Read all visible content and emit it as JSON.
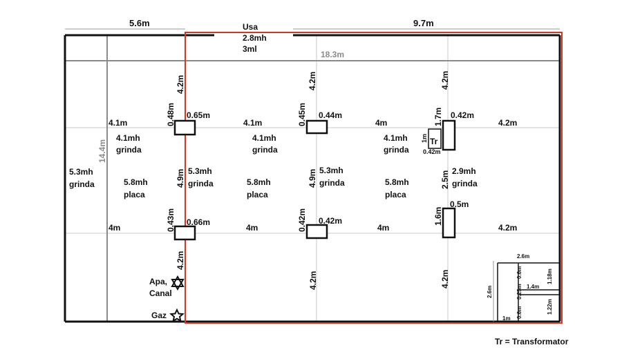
{
  "top_dimensions": {
    "left_width": "5.6m",
    "right_width": "9.7m"
  },
  "door": {
    "title": "Usa",
    "height": "2.8mh",
    "width": "3ml"
  },
  "overall": {
    "total_width": "18.3m",
    "total_depth": "14.4m"
  },
  "left_bay": {
    "height": "5.3mh",
    "type": "grinda"
  },
  "spans": {
    "row_top": [
      "4.1m",
      "4.1m",
      "4m",
      "4.2m"
    ],
    "row_bottom": [
      "4m",
      "4m",
      "4m",
      "4.2m"
    ],
    "top_vertical": [
      "4.2m",
      "4.2m",
      "4.2m"
    ],
    "bottom_vertical": [
      "4.2m",
      "4.2m",
      "4.2m"
    ],
    "mid_vertical": [
      "4.9m",
      "4.9m",
      "2.5m"
    ]
  },
  "columns": {
    "c1": {
      "depth": "0.48m",
      "width": "0.65m"
    },
    "c2": {
      "depth": "0.45m",
      "width": "0.44m"
    },
    "c3": {
      "depth": "1.7m",
      "width": "0.42m"
    },
    "c4": {
      "depth": "0.43m",
      "width": "0.66m"
    },
    "c5": {
      "depth": "0.42m",
      "width": "0.42m"
    },
    "c6": {
      "depth": "1.6m",
      "width": "0.5m"
    }
  },
  "beams_top": [
    {
      "height": "4.1mh",
      "type": "grinda"
    },
    {
      "height": "4.1mh",
      "type": "grinda"
    },
    {
      "height": "4.1mh",
      "type": "grinda"
    }
  ],
  "beams_mid": [
    {
      "height": "5.3mh",
      "type": "grinda"
    },
    {
      "height": "5.3mh",
      "type": "grinda"
    },
    {
      "height": "2.9mh",
      "type": "grinda"
    }
  ],
  "slabs": [
    {
      "height": "5.8mh",
      "type": "placa"
    },
    {
      "height": "5.8mh",
      "type": "placa"
    },
    {
      "height": "5.8mh",
      "type": "placa"
    }
  ],
  "transformer": {
    "code": "Tr",
    "depth": "1m",
    "width": "0.42m"
  },
  "utilities": {
    "water": "Apa,",
    "sewer": "Canal",
    "gas": "Gaz"
  },
  "corner_room": {
    "top_width": "2.6m",
    "side_height": "2.6m",
    "upper_a": "0.6m",
    "upper_b": "1.18m",
    "inner_width": "1.4m",
    "mid_gap": "0.25m",
    "lower_a": "0.6m",
    "lower_b": "1.22m",
    "bottom_width": "1m"
  },
  "legend": "Tr = Transformator"
}
